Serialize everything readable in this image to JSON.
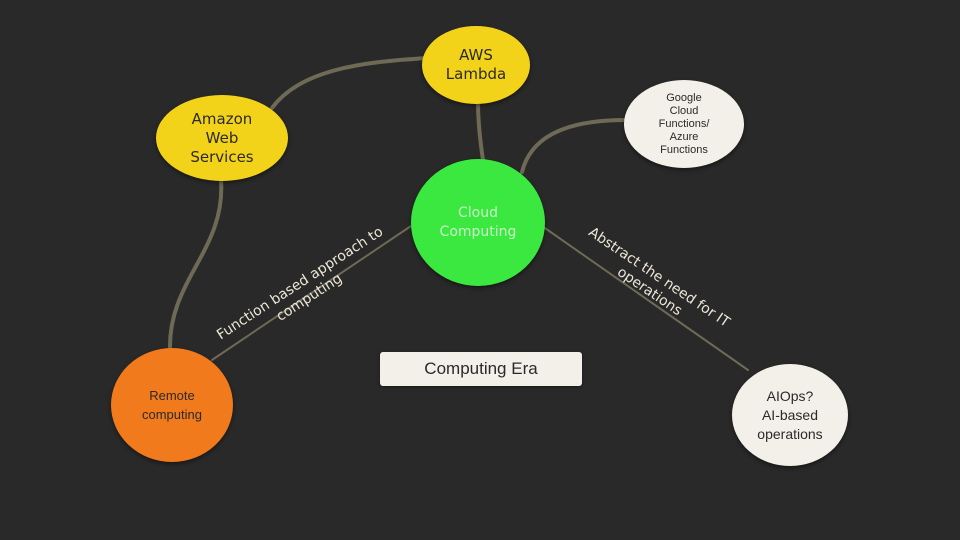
{
  "nodes": {
    "aws_lambda": "AWS\nLambda",
    "amazon_web_services": "Amazon\nWeb\nServices",
    "google_azure": "Google\nCloud\nFunctions/\nAzure\nFunctions",
    "cloud_computing": "Cloud\nComputing",
    "remote_computing": "Remote\ncomputing",
    "aiops": "AIOps?\nAI-based\noperations"
  },
  "edge_labels": {
    "function_based": "Function based approach to\ncomputing",
    "abstract_it": "Abstract the need for IT\noperations"
  },
  "title": "Computing Era",
  "colors": {
    "background": "#292929",
    "link": "#6e6a55",
    "yellow_node": "#f3d319",
    "green_node": "#3be83f",
    "orange_node": "#f07a1c",
    "cream_node": "#f2f0e8"
  }
}
